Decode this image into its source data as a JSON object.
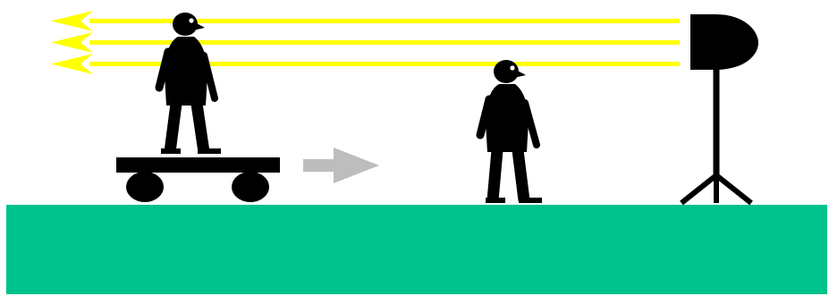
{
  "scene": {
    "background_color": "#ffffff",
    "ground_color": "#00c28c",
    "light_beam_color": "#ffff00",
    "motion_arrow_color": "#bdbdbd",
    "figure_color": "#000000",
    "eye_color": "#ffffff",
    "light_beam_count": 3,
    "light_beam_direction": "left",
    "cart_motion_direction": "right",
    "elements": [
      "light-source",
      "light-stand-tripod",
      "light-beams",
      "moving-cart",
      "person-on-cart",
      "motion-arrow",
      "stationary-person",
      "ground"
    ]
  }
}
